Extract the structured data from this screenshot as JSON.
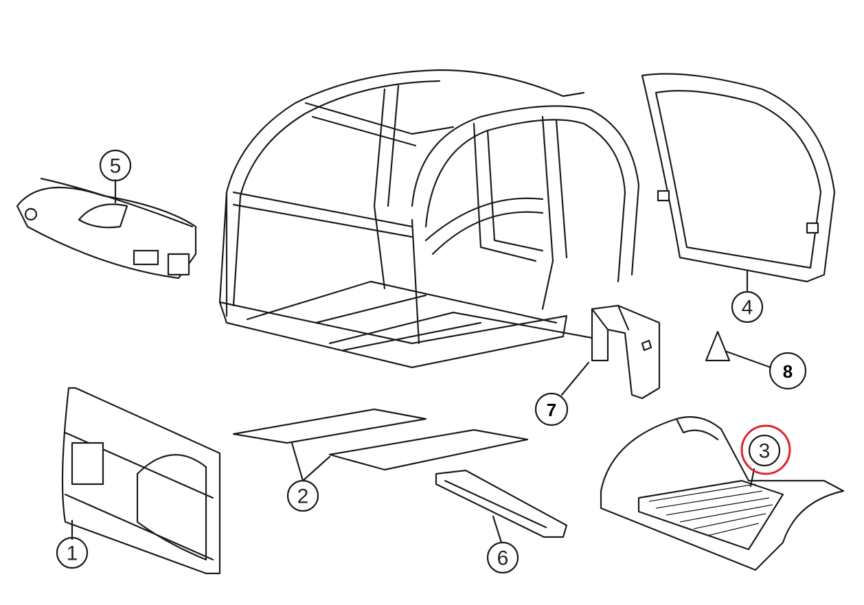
{
  "diagram": {
    "parts": [
      {
        "id": "1",
        "label": "1",
        "name": "rear-panel"
      },
      {
        "id": "2",
        "label": "2",
        "name": "floor-mats"
      },
      {
        "id": "3",
        "label": "3",
        "name": "floor-tray",
        "highlighted": true
      },
      {
        "id": "4",
        "label": "4",
        "name": "door-frame"
      },
      {
        "id": "5",
        "label": "5",
        "name": "dashboard-cover"
      },
      {
        "id": "6",
        "label": "6",
        "name": "trim-strip"
      },
      {
        "id": "7",
        "label": "7",
        "name": "bracket"
      },
      {
        "id": "8",
        "label": "8",
        "name": "wedge"
      }
    ],
    "highlight_color": "#e0202a"
  }
}
